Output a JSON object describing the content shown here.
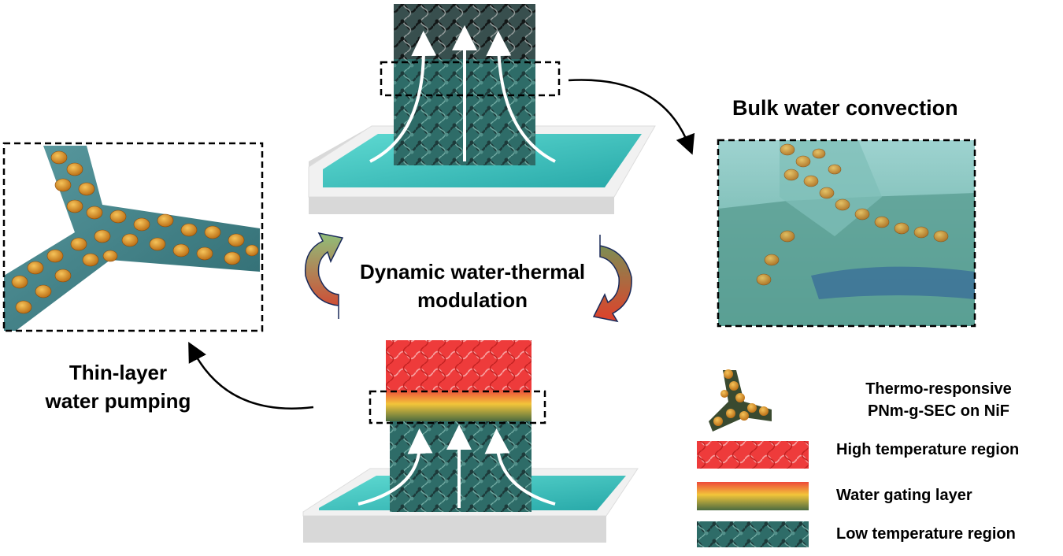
{
  "labels": {
    "bulk_water": "Bulk water convection",
    "dynamic_line1": "Dynamic water-thermal",
    "dynamic_line2": "modulation",
    "thin_line1": "Thin-layer",
    "thin_line2": "water pumping"
  },
  "legend": {
    "item1_line1": "Thermo-responsive",
    "item1_line2": "PNm-g-SEC on NiF",
    "item2": "High temperature region",
    "item3": "Water gating layer",
    "item4": "Low temperature region"
  },
  "colors": {
    "water": "#3fc9c4",
    "water_dark": "#2a9f9e",
    "foam_dark": "#2f4a4a",
    "foam_mid": "#3c7a74",
    "hot": "#ee3b3b",
    "gating_yellow": "#f2c53a",
    "particle": "#e8a22a",
    "tray": "#eeeeee"
  }
}
